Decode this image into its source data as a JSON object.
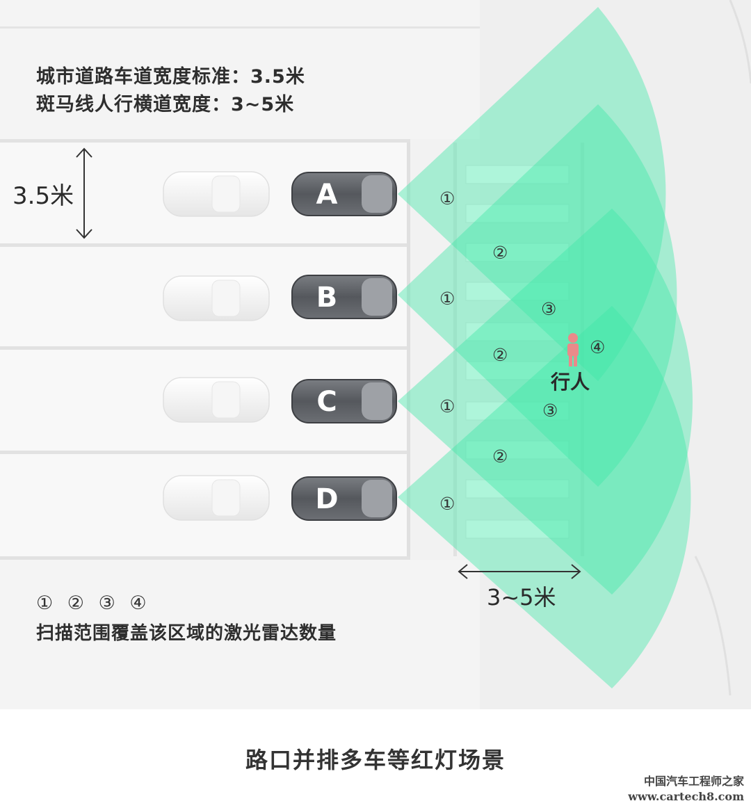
{
  "notes": {
    "lane_standard": "城市道路车道宽度标准：3.5米",
    "crosswalk_standard": "斑马线人行横道宽度：3~5米"
  },
  "dimensions": {
    "lane_width": "3.5米",
    "crosswalk_width": "3~5米"
  },
  "lidar_cars": [
    {
      "label": "A"
    },
    {
      "label": "B"
    },
    {
      "label": "C"
    },
    {
      "label": "D"
    }
  ],
  "zone_labels": [
    "①",
    "②",
    "③",
    "④"
  ],
  "pedestrian_label": "行人",
  "legend": {
    "symbols": "① ② ③ ④",
    "text": "扫描范围覆盖该区域的激光雷达数量"
  },
  "caption": "路口并排多车等红灯场景",
  "watermark": {
    "line1": "中国汽车工程师之家",
    "line2": "www.cartech8.com"
  },
  "colors": {
    "lidar_beam": "#3ee6a8",
    "lidar_car": "#5e6166",
    "pedestrian": "#e98a8a",
    "background": "#f3f3f3"
  }
}
